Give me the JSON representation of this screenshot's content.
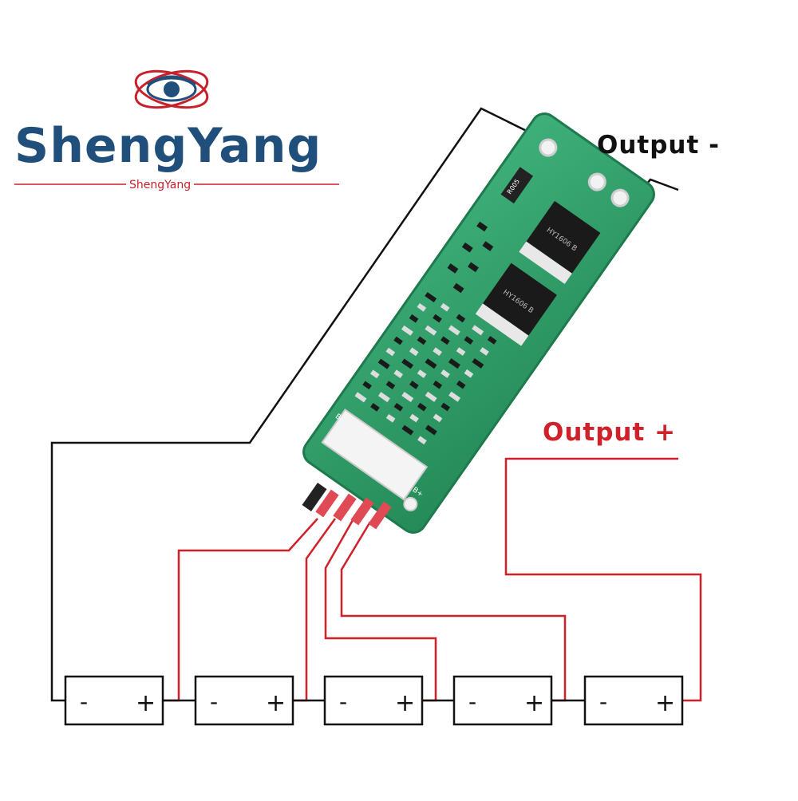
{
  "logo": {
    "brand": "ShengYang",
    "subtitle": "ShengYang"
  },
  "labels": {
    "output_negative": "Output -",
    "output_positive": "Output +"
  },
  "board": {
    "pads": {
      "b_minus": "B-",
      "b_plus": "B+"
    },
    "resistor_marking": "R005",
    "mosfet_marking": "HY1606 B"
  },
  "cells": [
    {
      "minus": "-",
      "plus": "+"
    },
    {
      "minus": "-",
      "plus": "+"
    },
    {
      "minus": "-",
      "plus": "+"
    },
    {
      "minus": "-",
      "plus": "+"
    },
    {
      "minus": "-",
      "plus": "+"
    }
  ],
  "colors": {
    "brand_blue": "#1f4f7a",
    "brand_red": "#c8202a",
    "pcb_green": "#2f9e6a",
    "wire_red": "#d0202a",
    "wire_black": "#111111",
    "label_red": "#d0202a"
  }
}
